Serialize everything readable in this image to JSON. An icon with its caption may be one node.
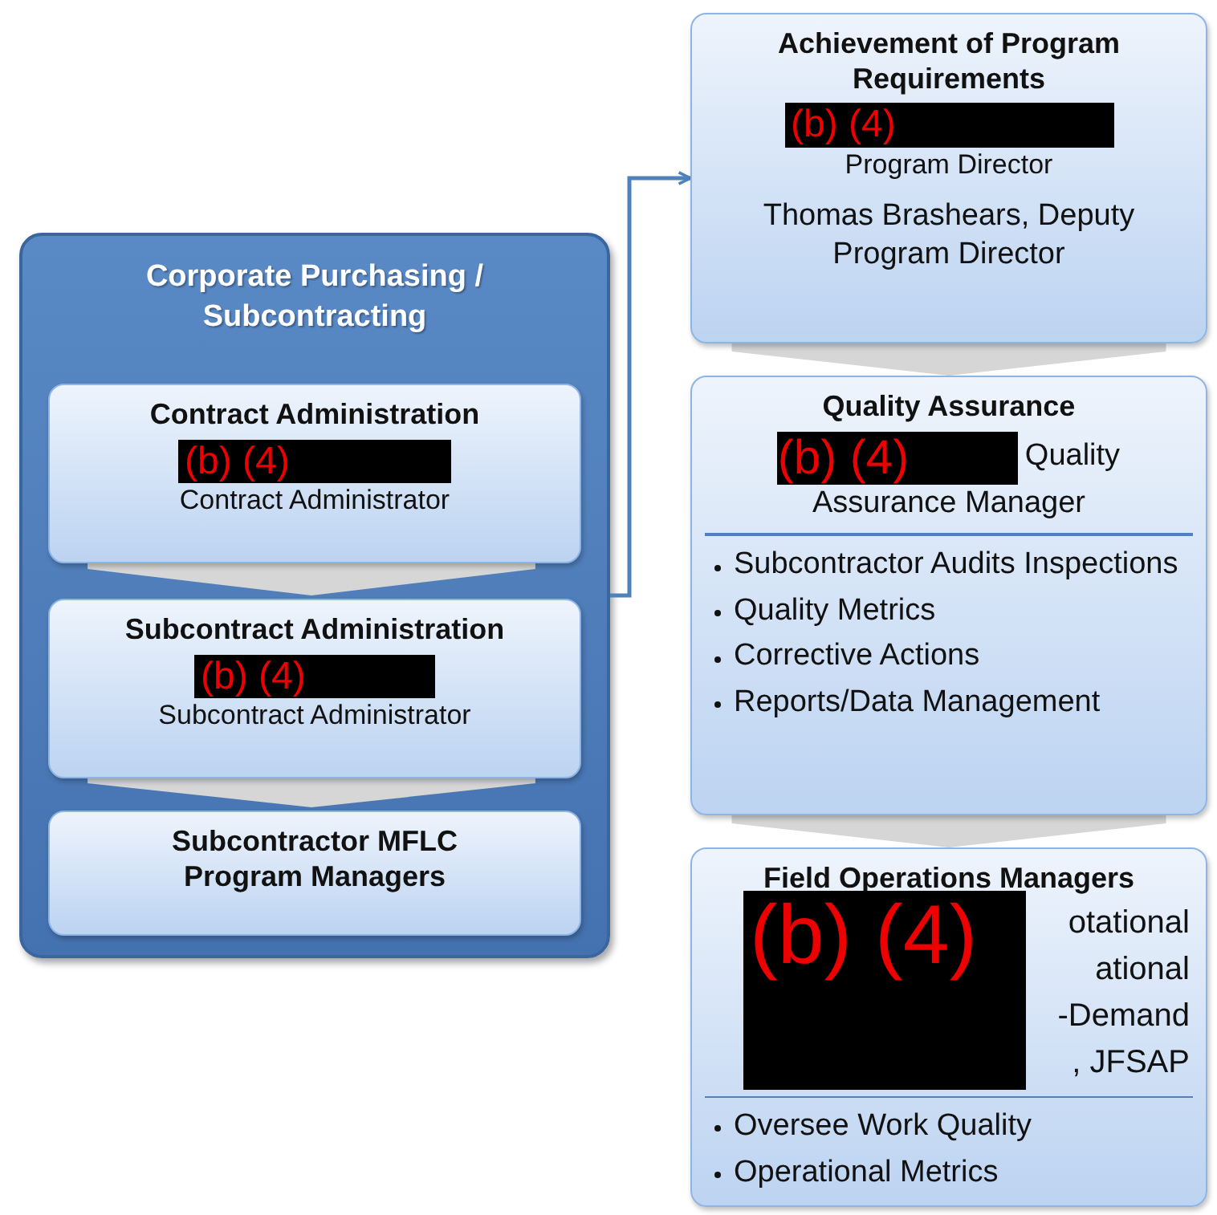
{
  "diagram": {
    "nodes": [
      {
        "text": [
          "Corporate Purchasing / Subcontracting"
        ]
      },
      {
        "text": [
          "Contract Administration",
          "(b) (4)",
          "Contract Administrator"
        ],
        "in": 0
      },
      {
        "text": [
          "Subcontract Administration",
          "(b) (4)",
          "Subcontract Administrator"
        ],
        "in": 0
      },
      {
        "text": [
          "Subcontractor MFLC Program Managers"
        ],
        "in": 0
      },
      {
        "text": [
          "Achievement of Program Requirements",
          "(b) (4)",
          "Program Director",
          "Thomas Brashears, Deputy Program Director"
        ]
      },
      {
        "text": [
          "Quality Assurance",
          "(b) (4)",
          "Quality Assurance Manager",
          "Subcontractor Audits Inspections",
          "Quality Metrics",
          "Corrective Actions",
          "Reports/Data Management"
        ]
      },
      {
        "text": [
          "Field Operations Managers",
          "(b) (4)",
          "otational",
          "ational",
          "-Demand",
          ", JFSAP",
          "Oversee Work Quality",
          "Operational Metrics"
        ]
      }
    ],
    "edges": [
      {
        "from": 1,
        "to": 2,
        "arrow": "to"
      },
      {
        "from": 2,
        "to": 3,
        "arrow": "to"
      },
      {
        "from": 0,
        "to": 4,
        "arrow": "to",
        "color": "#4f81bd"
      },
      {
        "from": 4,
        "to": 5,
        "arrow": "to"
      },
      {
        "from": 5,
        "to": 6,
        "arrow": "to"
      }
    ]
  }
}
